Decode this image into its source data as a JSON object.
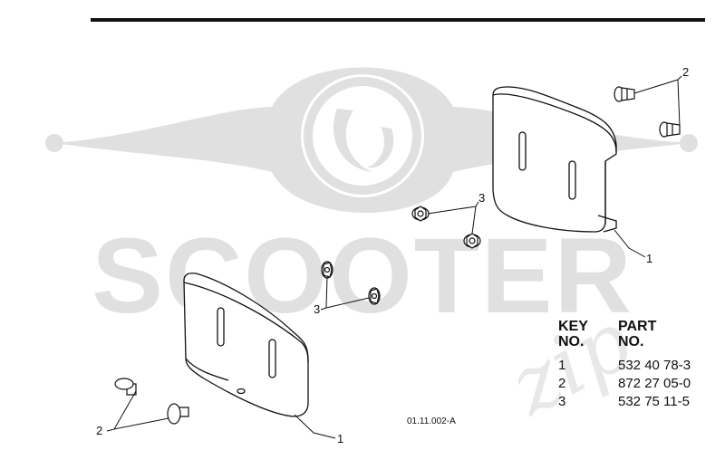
{
  "watermark": {
    "text": "SCOOTER",
    "script_text": "zip",
    "color": "#e0e0e0"
  },
  "callouts": {
    "shoe_lower": "1",
    "shoe_upper": "1",
    "bolts_lower": "2",
    "bolts_upper": "2",
    "nuts_lower": "3",
    "nuts_upper": "3"
  },
  "reference_code": "01.11.002-A",
  "parts_table": {
    "header_key": [
      "KEY",
      "NO."
    ],
    "header_part": [
      "PART",
      "NO."
    ],
    "rows": [
      {
        "key": "1",
        "part": "532 40 78-3"
      },
      {
        "key": "2",
        "part": "872 27 05-0"
      },
      {
        "key": "3",
        "part": "532 75 11-5"
      }
    ]
  },
  "colors": {
    "line": "#111111",
    "watermark": "#e0e0e0"
  }
}
